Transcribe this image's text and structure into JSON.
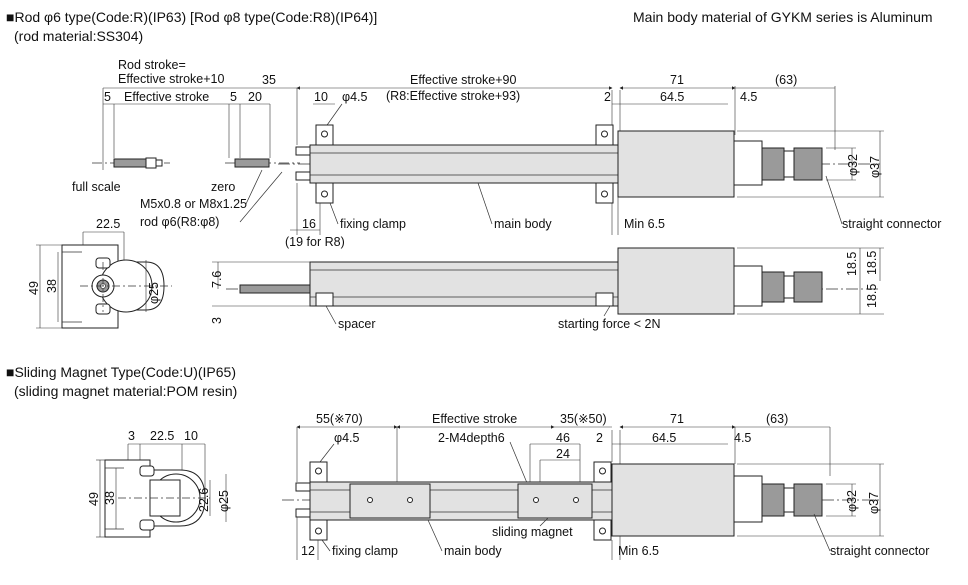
{
  "section1": {
    "heading": "■Rod φ6 type(Code:R)(IP63) [Rod φ8 type(Code:R8)(IP64)]",
    "subheading": "(rod material:SS304)"
  },
  "note_material": "Main body material of GYKM series is Aluminum",
  "rod_diagram": {
    "rod_stroke_1": "Rod stroke=",
    "rod_stroke_2": "Effective stroke+10",
    "d_5a": "5",
    "d_eff": "Effective stroke",
    "d_5b": "5",
    "d_35": "35",
    "d_20": "20",
    "full_scale": "full scale",
    "zero": "zero",
    "thread": "M5x0.8 or M8x1.25",
    "rod": "rod φ6(R8:φ8)"
  },
  "top_view_1": {
    "eff90": "Effective stroke+90",
    "eff93": "(R8:Effective stroke+93)",
    "d_10": "10",
    "d_phi45": "φ4.5",
    "d_71": "71",
    "d_63": "(63)",
    "d_2": "2",
    "d_645": "64.5",
    "d_45": "4.5",
    "d_phi32": "φ32",
    "d_phi37": "φ37",
    "d_16": "16",
    "fixing_clamp": "fixing clamp",
    "d_19": "(19 for R8)",
    "main_body": "main body",
    "min65": "Min 6.5",
    "connector": "straight connector"
  },
  "end_view_1": {
    "d_225": "22.5",
    "d_49": "49",
    "d_38": "38",
    "d_phi25": "φ25"
  },
  "side_view_1": {
    "d_76": "7.6",
    "d_3": "3",
    "spacer": "spacer",
    "starting_force": "starting force < 2N",
    "d_185a": "18.5",
    "d_185b": "18.5",
    "d_185c": "18.5"
  },
  "section2": {
    "heading": "■Sliding Magnet Type(Code:U)(IP65)",
    "subheading": "(sliding magnet material:POM resin)"
  },
  "end_view_2": {
    "d_3": "3",
    "d_225": "22.5",
    "d_10": "10",
    "d_49": "49",
    "d_38": "38",
    "d_226": "22.6",
    "d_phi25": "φ25"
  },
  "top_view_2": {
    "d_55": "55(※70)",
    "d_phi45": "φ4.5",
    "eff": "Effective stroke",
    "d_35": "35(※50)",
    "m4": "2-M4depth6",
    "d_46": "46",
    "d_24": "24",
    "d_2": "2",
    "d_71": "71",
    "d_645": "64.5",
    "d_45": "4.5",
    "d_63": "(63)",
    "d_phi32": "φ32",
    "d_phi37": "φ37",
    "d_12": "12",
    "fixing_clamp": "fixing clamp",
    "main_body": "main body",
    "sliding_magnet": "sliding magnet",
    "min65": "Min 6.5",
    "connector": "straight connector"
  }
}
